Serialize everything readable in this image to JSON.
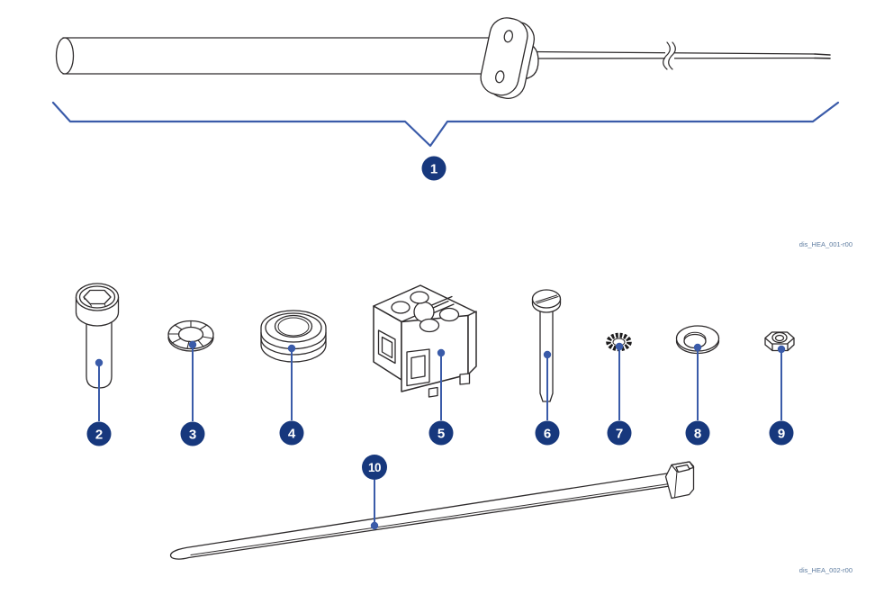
{
  "diagram": {
    "background": "#ffffff",
    "figure_top": {
      "name": "heating-element-figure",
      "ref_code": "dis_HEA_001-r00",
      "callouts": [
        {
          "number": "1",
          "part": "heating-element-cartridge-with-flange-and-cable"
        }
      ]
    },
    "figure_bottom": {
      "name": "mounting-hardware-figure",
      "ref_code": "dis_HEA_002-r00",
      "callouts": [
        {
          "number": "2",
          "part": "socket-head-cap-screw"
        },
        {
          "number": "3",
          "part": "serrated-lock-washer"
        },
        {
          "number": "4",
          "part": "rubber-grommet"
        },
        {
          "number": "5",
          "part": "two-pole-terminal-block"
        },
        {
          "number": "6",
          "part": "slotted-cheese-head-screw"
        },
        {
          "number": "7",
          "part": "external-tooth-star-washer"
        },
        {
          "number": "8",
          "part": "flat-washer"
        },
        {
          "number": "9",
          "part": "hex-nut"
        },
        {
          "number": "10",
          "part": "cable-tie"
        }
      ]
    },
    "colors": {
      "badge": "#17387D",
      "leader": "#3A5BA9",
      "line": "#2e2b2c",
      "ref_text": "#5E7CA0"
    }
  }
}
